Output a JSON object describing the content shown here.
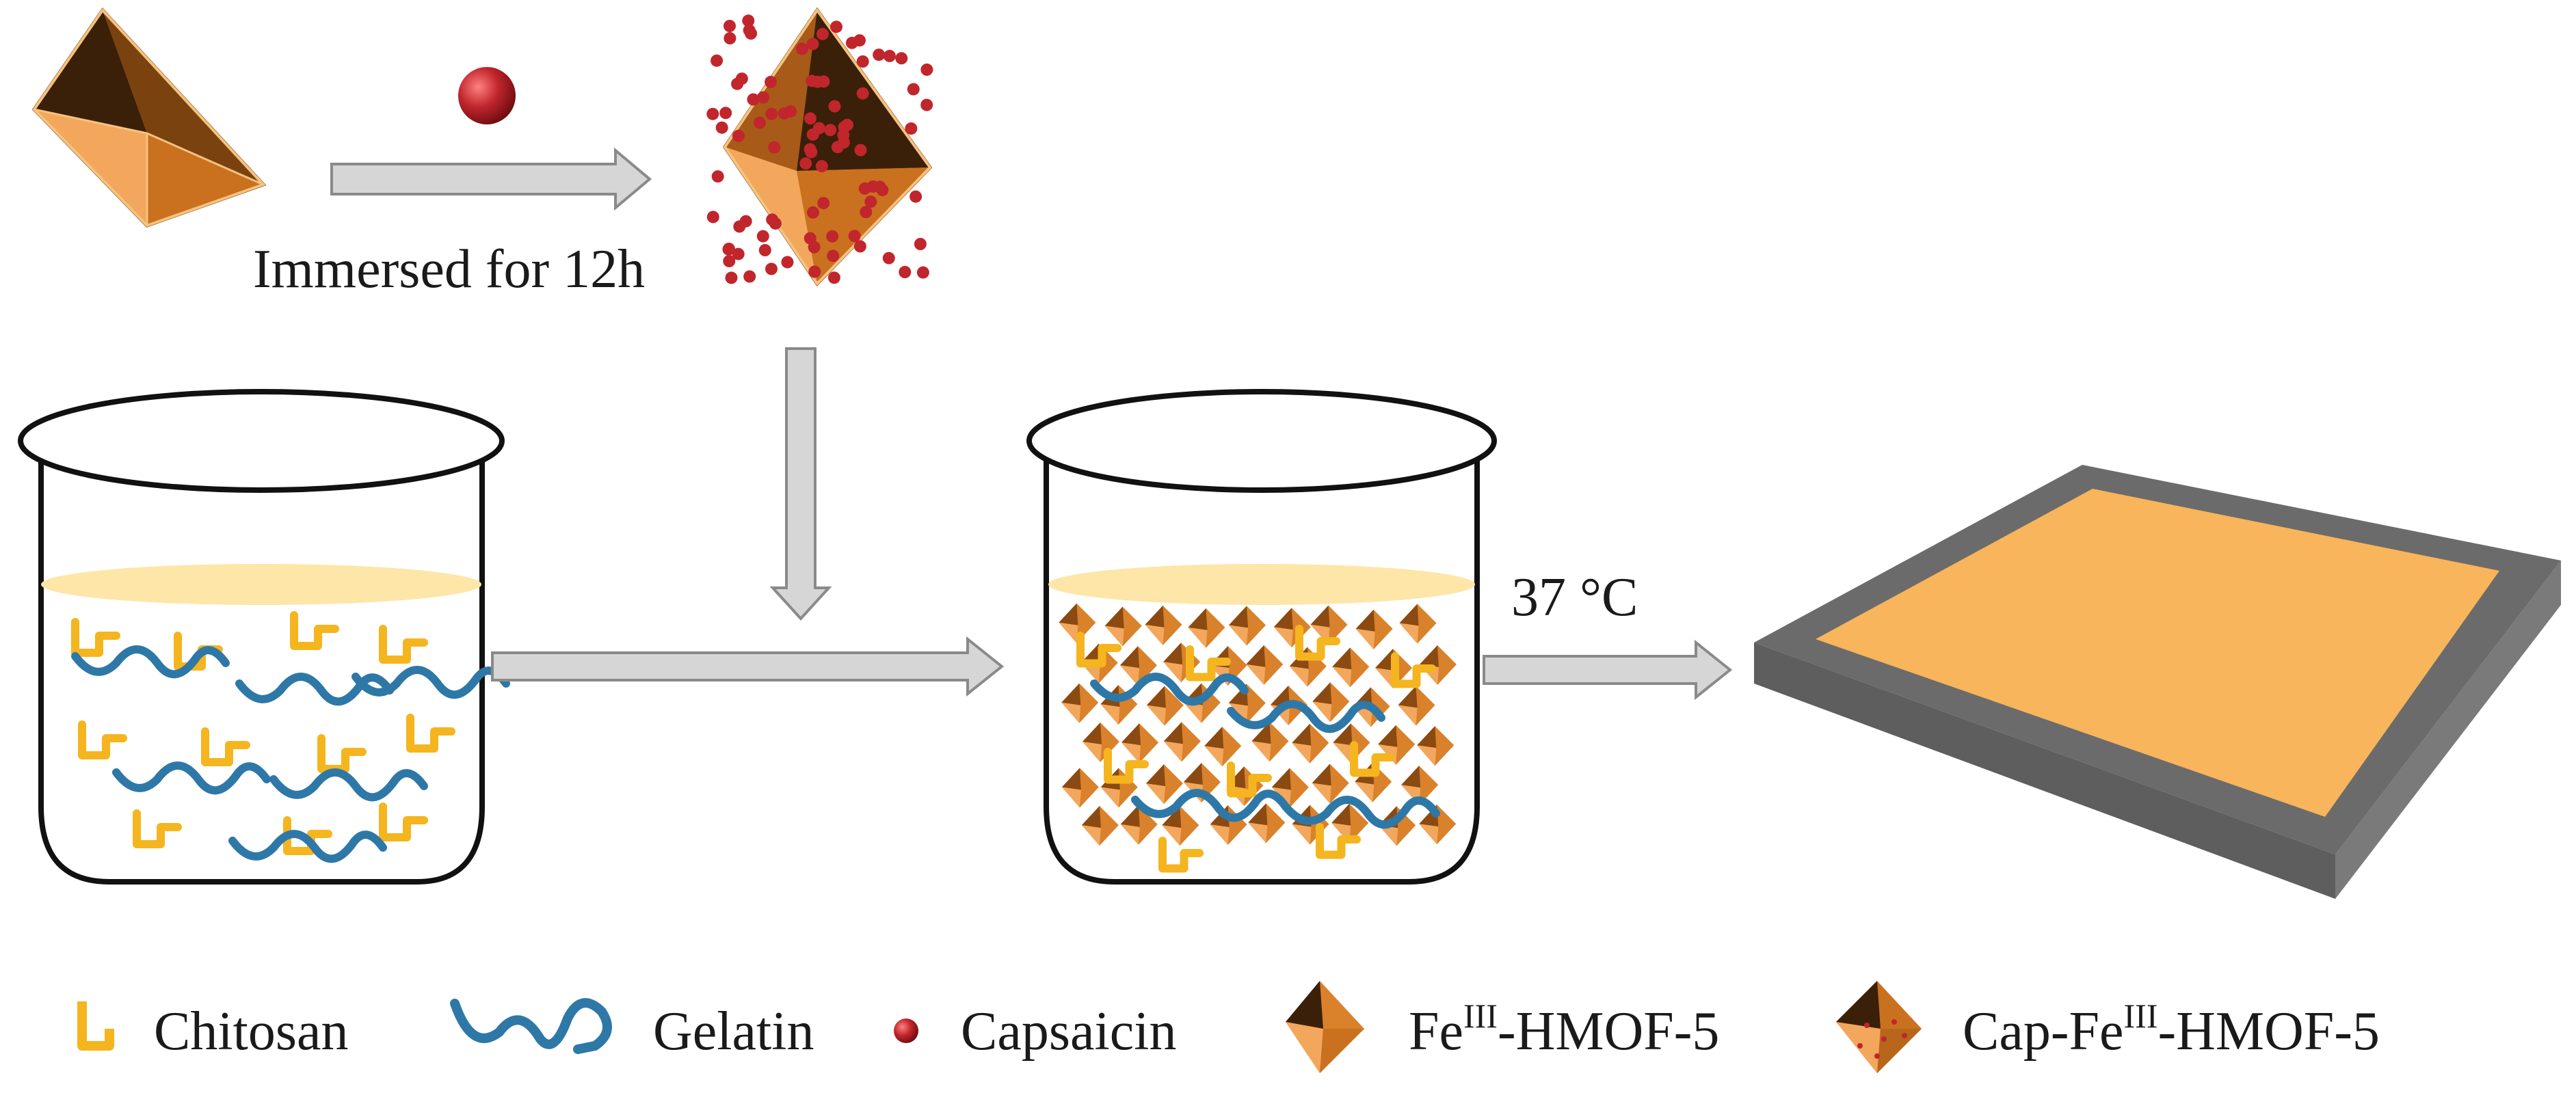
{
  "steps": {
    "immerse_label": "Immersed for 12h",
    "dry_label": "37 °C"
  },
  "legend": [
    {
      "key": "chitosan",
      "label": "Chitosan",
      "icon": "chitosan-strand-icon"
    },
    {
      "key": "gelatin",
      "label": "Gelatin",
      "icon": "gelatin-strand-icon"
    },
    {
      "key": "capsaicin",
      "label": "Capsaicin",
      "icon": "capsaicin-sphere-icon"
    },
    {
      "key": "mof",
      "prefix": "Fe",
      "sup": "III",
      "suffix": "-HMOF-5",
      "icon": "octahedron-icon"
    },
    {
      "key": "capmof",
      "prefix": "Cap-Fe",
      "sup": "III",
      "suffix": "-HMOF-5",
      "icon": "loaded-octahedron-icon"
    }
  ],
  "colors": {
    "octahedron_light": "#f3a75c",
    "octahedron_mid": "#d9822b",
    "octahedron_dark": "#8a4a12",
    "capsaicin": "#c0262c",
    "chitosan": "#f5b51f",
    "gelatin": "#2e78a8",
    "arrow_fill": "#d6d6d6",
    "arrow_stroke": "#8a8a8a",
    "solution_surface": "#fde6a8",
    "film": "#f8b55c",
    "tray_frame": "#6b6b6b"
  }
}
